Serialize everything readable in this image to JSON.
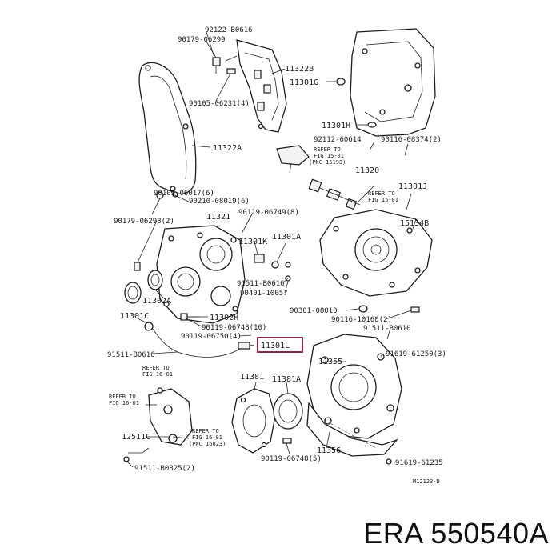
{
  "brand": "ERA",
  "part_number": "550540A",
  "highlight_color": "#7a1230",
  "figure_code": "M12123-D",
  "labels": {
    "l_92122": "92122-B0616",
    "l_90179a": "90179-06299",
    "l_11322B": "11322B",
    "l_11301G": "11301G",
    "l_90105": "90105-06231(4)",
    "l_11301H": "11301H",
    "l_92112": "92112-60614",
    "l_90116a": "90116-08374(2)",
    "l_11322A": "11322A",
    "l_refer1a": "REFER TO",
    "l_refer1b": "FIG 15-01",
    "l_refer1c": "(PNC 15193)",
    "l_11320": "11320",
    "l_11301J": "11301J",
    "l_refer2a": "REFER TO",
    "l_refer2b": "FIG 15-01",
    "l_90109": "90109-06017(6)",
    "l_90210": "90210-08019(6)",
    "l_90179b": "90179-06298(2)",
    "l_11321": "11321",
    "l_90119a": "90119-06749(8)",
    "l_15134B": "15134B",
    "l_11301K": "11301K",
    "l_11301A": "11301A",
    "l_91511a": "91511-B0616",
    "l_90401": "90401-10057",
    "l_11302A": "11302A",
    "l_90301": "90301-08010",
    "l_11301C": "11301C",
    "l_11302H": "11302H",
    "l_90116b": "90116-10160(2)",
    "l_90119b": "90119-06748(10)",
    "l_91511b": "91511-B0610",
    "l_90119c": "90119-06750(4)",
    "l_11301L": "11301L",
    "l_91619a": "91619-61250(3)",
    "l_91511c": "91511-B0616",
    "l_11355": "11355",
    "l_refer3a": "REFER TO",
    "l_refer3b": "FIG 16-01",
    "l_11381": "11381",
    "l_11381A": "11381A",
    "l_refer4a": "REFER TO",
    "l_refer4b": "FIG 16-01",
    "l_12511C": "12511C",
    "l_refer5a": "REFER TO",
    "l_refer5b": "FIG 16-01",
    "l_refer5c": "(PNC 16823)",
    "l_11356": "11356",
    "l_90119d": "90119-06748(5)",
    "l_91619b": "91619-61235",
    "l_91511d": "91511-B0825(2)"
  }
}
